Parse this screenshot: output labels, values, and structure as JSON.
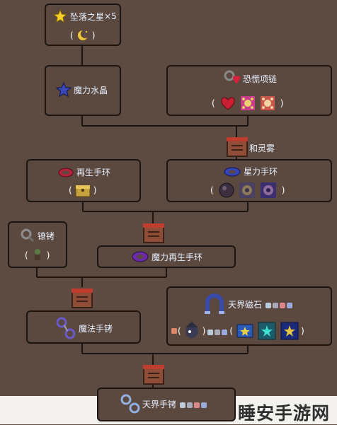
{
  "nodes": {
    "fallen_star": {
      "name": "坠落之星",
      "count": "×5",
      "paren_open": "(",
      "paren_close": ")"
    },
    "mana_crystal": {
      "name": "魔力水晶"
    },
    "panic_necklace": {
      "name": "恐慌项链",
      "paren_open": "(",
      "paren_close": ")"
    },
    "tinkerer_mid": {
      "name": "和灵雾"
    },
    "band_of_regen": {
      "name": "再生手环",
      "paren_open": "(",
      "paren_close": ")"
    },
    "band_of_starpower": {
      "name": "星力手环",
      "paren_open": "(",
      "paren_close": ")"
    },
    "shackle": {
      "name": "镣铐",
      "paren_open": "(",
      "paren_close": ")"
    },
    "mana_regen_band": {
      "name": "魔力再生手环"
    },
    "magic_cuffs": {
      "name": "魔法手铐"
    },
    "celestial_magnet": {
      "name": "天界磁石",
      "paren_open": "(",
      "paren_mid1": ")",
      "paren_mid2": "(",
      "paren_close": ")"
    },
    "celestial_cuffs": {
      "name": "天界手铐"
    }
  },
  "watermark": "睡安手游网",
  "colors": {
    "background": "#5d4a40",
    "node_border": "#1b1411",
    "line": "#1b1411",
    "label": "#e7f0ff"
  }
}
